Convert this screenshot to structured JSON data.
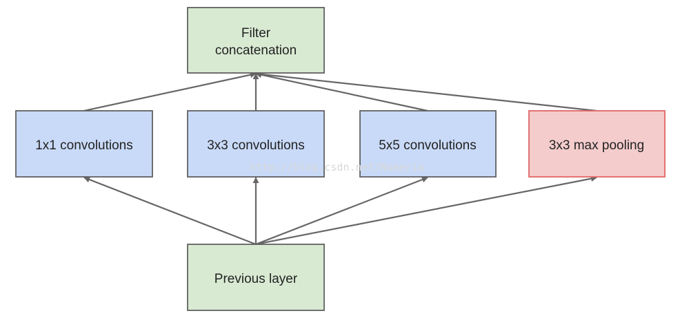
{
  "nodes": {
    "filter_concat": {
      "line1": "Filter",
      "line2": "concatenation",
      "fill": "#d9ead3",
      "stroke": "#606060"
    },
    "conv1x1": {
      "label": "1x1 convolutions",
      "fill": "#c9daf8",
      "stroke": "#606060"
    },
    "conv3x3": {
      "label": "3x3 convolutions",
      "fill": "#c9daf8",
      "stroke": "#606060"
    },
    "conv5x5": {
      "label": "5x5 convolutions",
      "fill": "#c9daf8",
      "stroke": "#606060"
    },
    "maxpool": {
      "label": "3x3 max pooling",
      "fill": "#f4cccc",
      "stroke": "#e06666"
    },
    "previous_layer": {
      "label": "Previous layer",
      "fill": "#d9ead3",
      "stroke": "#606060"
    }
  },
  "arrow_color": "#666666",
  "watermark": "http://blog.csdn.net/Numeria"
}
